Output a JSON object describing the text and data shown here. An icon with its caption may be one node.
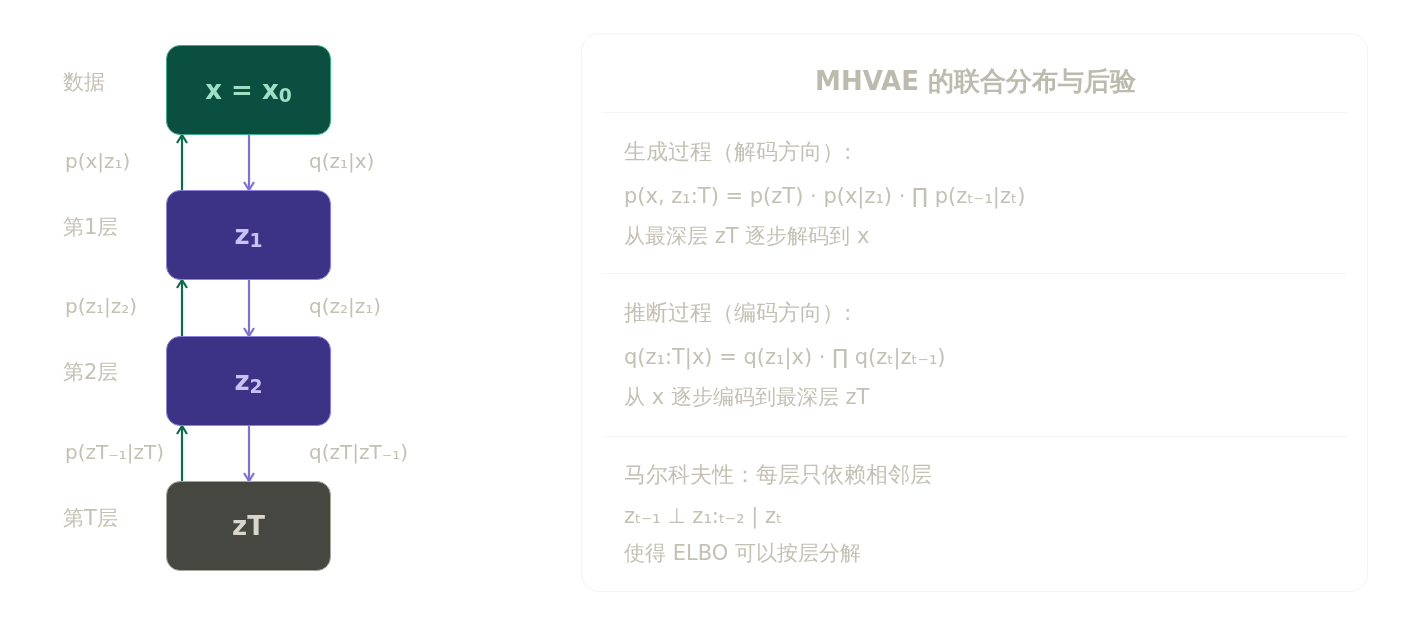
{
  "diagram": {
    "nodes": [
      {
        "text": [
          "x = x$_{0}$"
        ],
        "beside": [
          "数据"
        ]
      },
      {
        "text": [
          "z$_{1}$"
        ],
        "beside": [
          "第1层"
        ]
      },
      {
        "text": [
          "z$_{2}$"
        ],
        "beside": [
          "第2层"
        ]
      },
      {
        "text": [
          "zT"
        ],
        "beside": [
          "第T层"
        ]
      },
      {
        "text": [
          "MHVAE 的联合分布与后验",
          "生成过程（解码方向）:",
          "p(x, z₁:T) = p(zT) · p(x|z₁) · ∏ p(zₜ₋₁|zₜ)",
          "从最深层 zT 逐步解码到 x",
          "推断过程（编码方向）:",
          "q(z₁:T|x) = q(z₁|x) · ∏ q(zₜ|zₜ₋₁)",
          "从 x 逐步编码到最深层 zT",
          "马尔科夫性：每层只依赖相邻层",
          "zₜ₋₁ ⊥ z₁:ₜ₋₂ | zₜ",
          "使得 ELBO 可以按层分解"
        ]
      }
    ],
    "edges": [
      {
        "from": 1,
        "to": 0,
        "arrow": "to",
        "label": "p(x|z₁)",
        "color": "#0b6b4f"
      },
      {
        "from": 0,
        "to": 1,
        "arrow": "to",
        "label": "q(z₁|x)",
        "color": "#7d70dc"
      },
      {
        "from": 2,
        "to": 1,
        "arrow": "to",
        "label": "p(z₁|z₂)",
        "color": "#0b6b4f"
      },
      {
        "from": 1,
        "to": 2,
        "arrow": "to",
        "label": "q(z₂|z₁)",
        "color": "#7d70dc"
      },
      {
        "from": 3,
        "to": 2,
        "arrow": "to",
        "label": "p(zT₋₁|zT)",
        "color": "#0b6b4f"
      },
      {
        "from": 2,
        "to": 3,
        "arrow": "to",
        "label": "q(zT|zT₋₁)",
        "color": "#7d70dc"
      }
    ]
  }
}
